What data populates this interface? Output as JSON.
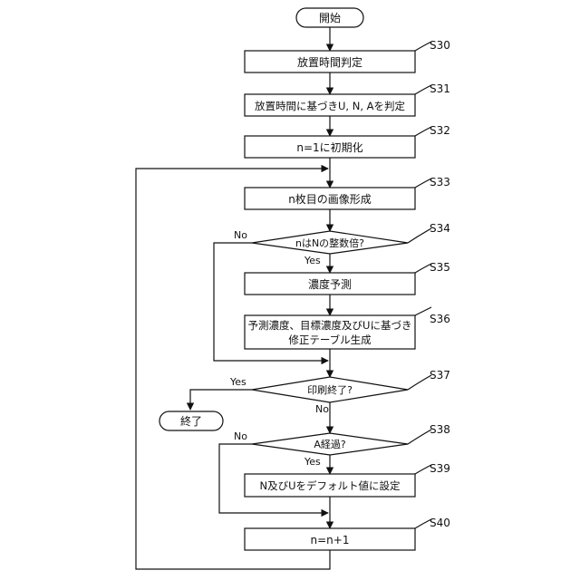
{
  "flowchart": {
    "start": "開始",
    "end": "終了",
    "steps": {
      "s30": {
        "id": "S30",
        "text": "放置時間判定"
      },
      "s31": {
        "id": "S31",
        "text": "放置時間に基づきU, N, Aを判定"
      },
      "s32": {
        "id": "S32",
        "text": "n=1に初期化"
      },
      "s33": {
        "id": "S33",
        "text": "n枚目の画像形成"
      },
      "s34": {
        "id": "S34",
        "text": "nはNの整数倍?"
      },
      "s35": {
        "id": "S35",
        "text": "濃度予測"
      },
      "s36": {
        "id": "S36",
        "line1": "予測濃度、目標濃度及びUに基づき",
        "line2": "修正テーブル生成"
      },
      "s37": {
        "id": "S37",
        "text": "印刷終了?"
      },
      "s38": {
        "id": "S38",
        "text": "A経過?"
      },
      "s39": {
        "id": "S39",
        "text": "N及びUをデフォルト値に設定"
      },
      "s40": {
        "id": "S40",
        "text": "n=n+1"
      }
    },
    "labels": {
      "yes": "Yes",
      "no": "No"
    }
  }
}
